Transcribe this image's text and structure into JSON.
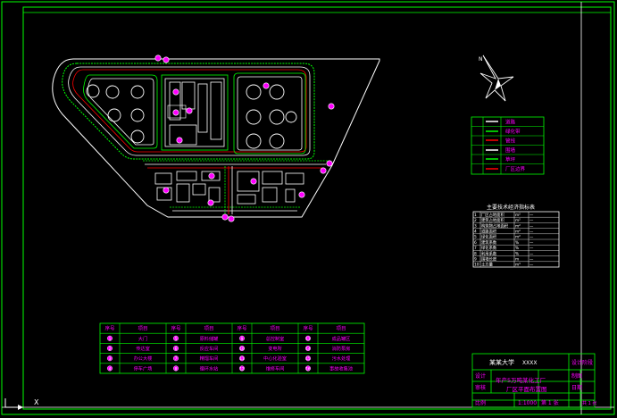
{
  "drawing": {
    "colors": {
      "frame": "#00ff00",
      "road_edge": "#ffffff",
      "greenbelt": "#00ff00",
      "pipeline": "#ff0000",
      "label": "#ff00ff",
      "background": "#000000"
    }
  },
  "coordinate_label": "X",
  "north_arrow_label": "N",
  "legend_table": {
    "rows": [
      {
        "symbol": "white-line",
        "text": "道路"
      },
      {
        "symbol": "green-line",
        "text": "绿化带"
      },
      {
        "symbol": "red-line",
        "text": "管线"
      },
      {
        "symbol": "white-line",
        "text": "围墙"
      },
      {
        "symbol": "green-line",
        "text": "草坪"
      },
      {
        "symbol": "red-line",
        "text": "厂区边界"
      }
    ]
  },
  "indicator_table": {
    "title": "主要技术经济指标表",
    "rows": [
      [
        "1",
        "厂区占地面积",
        "m²",
        "—"
      ],
      [
        "2",
        "建筑占地面积",
        "m²",
        "—"
      ],
      [
        "3",
        "构筑物占地面积",
        "m²",
        "—"
      ],
      [
        "4",
        "道路面积",
        "m²",
        "—"
      ],
      [
        "5",
        "绿化面积",
        "m²",
        "—"
      ],
      [
        "6",
        "建筑系数",
        "%",
        "—"
      ],
      [
        "7",
        "绿化系数",
        "%",
        "—"
      ],
      [
        "8",
        "利用系数",
        "%",
        "—"
      ],
      [
        "9",
        "围墙长度",
        "m",
        "—"
      ],
      [
        "10",
        "土方量",
        "m³",
        "—"
      ]
    ]
  },
  "building_list": {
    "headers": [
      "序号",
      "项目",
      "序号",
      "项目",
      "序号",
      "项目",
      "序号",
      "项目"
    ],
    "rows": [
      [
        "1",
        "大门",
        "5",
        "原料储罐",
        "9",
        "总控制室",
        "13",
        "成品罐区"
      ],
      [
        "2",
        "传达室",
        "6",
        "反应车间",
        "10",
        "变电所",
        "14",
        "消防泵房"
      ],
      [
        "3",
        "办公大楼",
        "7",
        "精馏车间",
        "11",
        "中心化验室",
        "15",
        "污水处理"
      ],
      [
        "4",
        "停车广场",
        "8",
        "循环水站",
        "12",
        "维修车间",
        "16",
        "事故收集池"
      ]
    ]
  },
  "title_block": {
    "school": "某某大学",
    "school_en": "XXXX",
    "drawing_title_line1": "年产5万吨某化工厂",
    "drawing_title_line2": "厂区平面布置图",
    "stage": "设计阶段",
    "scale_label": "比例",
    "scale_value": "1:1000",
    "sheet_label": "第 1 张",
    "total_label": "共 1 张",
    "designer": "设计",
    "checker": "审核",
    "drawn": "制图",
    "date": "日期"
  }
}
